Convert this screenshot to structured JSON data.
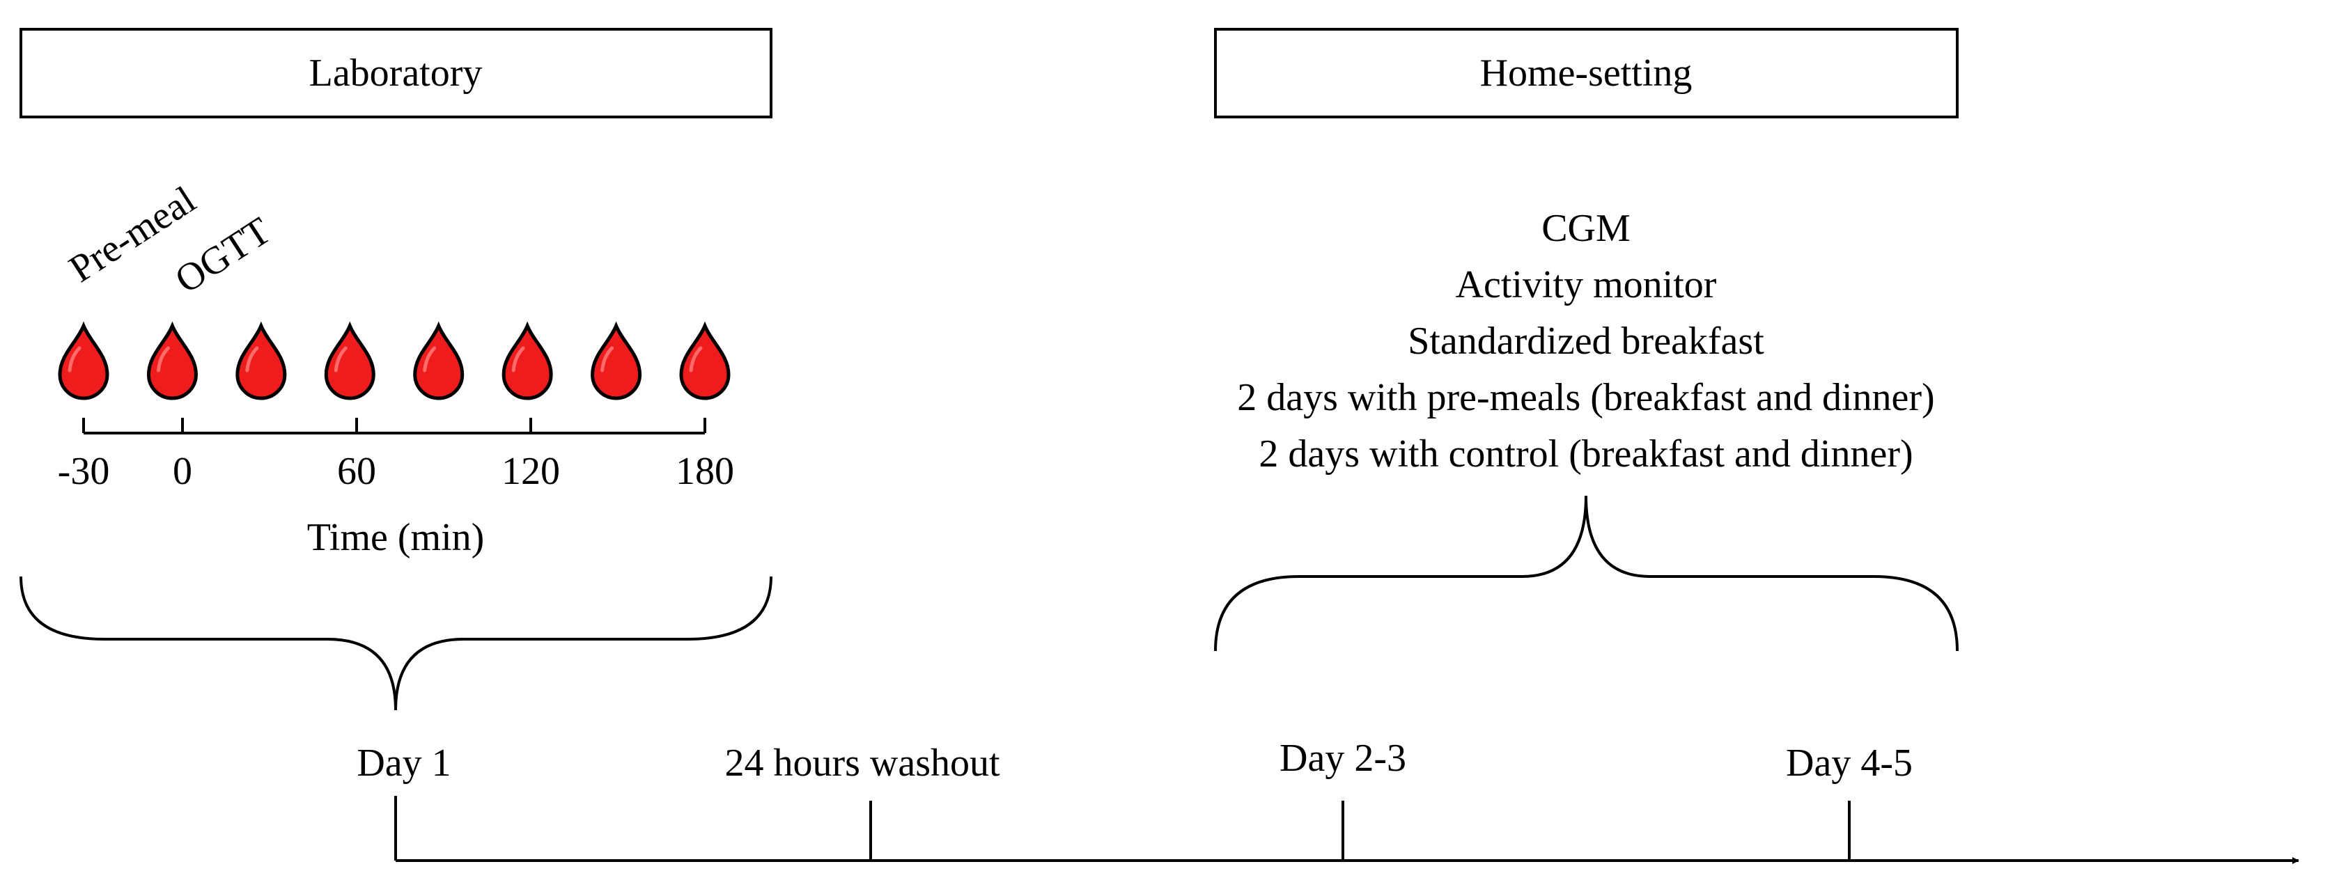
{
  "sections": {
    "laboratory": "Laboratory",
    "home": "Home-setting"
  },
  "lab": {
    "premeal_label": "Pre-meal",
    "ogtt_label": "OGTT",
    "tick_labels": [
      "-30",
      "0",
      "60",
      "120",
      "180"
    ],
    "time_axis_label": "Time (min)",
    "blood_sample_count": 8
  },
  "home_details": [
    "CGM",
    "Activity monitor",
    "Standardized breakfast",
    "2 days with pre-meals (breakfast and dinner)",
    "2 days with control (breakfast and dinner)"
  ],
  "timeline": {
    "labels": [
      "Day 1",
      "24 hours washout",
      "Day 2-3",
      "Day 4-5"
    ]
  },
  "colors": {
    "drop_fill": "#ee1c1c",
    "drop_highlight": "#ff6a6a",
    "line": "#000000",
    "background": "#ffffff"
  },
  "icons": {
    "blood_sample": "blood-drop-icon"
  }
}
